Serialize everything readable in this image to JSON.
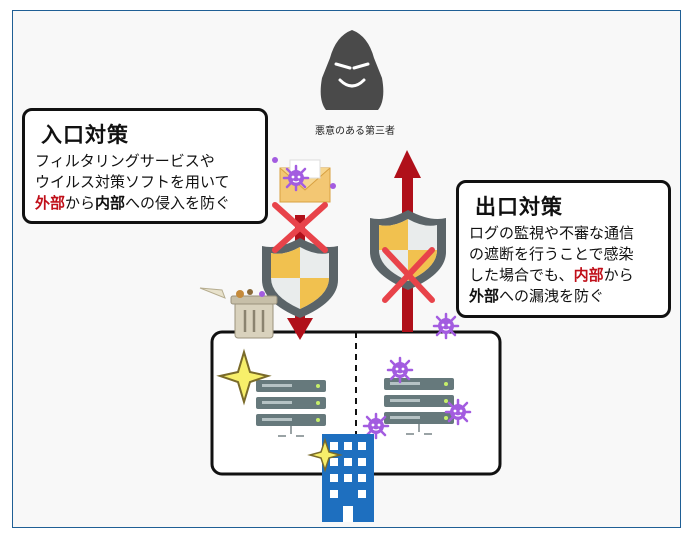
{
  "attacker": {
    "label": "悪意のある第三者"
  },
  "inbound": {
    "title": "入口対策",
    "lines": [
      "フィルタリングサービスや",
      "ウイルス対策ソフトを用いて"
    ],
    "last_line": {
      "part1": "外部",
      "part2": "から",
      "part3": "内部",
      "part4": "への侵入を防ぐ"
    }
  },
  "outbound": {
    "title": "出口対策",
    "lines": [
      "ログの監視や不審な通信",
      "の遮断を行うことで感染"
    ],
    "line3": {
      "part1": "した場合でも、",
      "part2": "内部",
      "part3": "から"
    },
    "line4": {
      "part1": "外部",
      "part2": "への漏洩を防ぐ"
    }
  },
  "colors": {
    "frame_border": "#1f5f95",
    "arrow_red": "#b0101a",
    "cross_red": "#e8434a",
    "shield_gray": "#5b6468",
    "shield_gold": "#f1c14f",
    "server_slate": "#66797c",
    "virus_purple": "#a35ce0",
    "building_blue": "#1e6fbf",
    "spark_yellow": "#f7ef6a"
  },
  "icons": [
    "attacker-icon",
    "infected-mail-icon",
    "shield-icon",
    "cross-icon",
    "trash-can-icon",
    "server-icon",
    "virus-icon",
    "sparkle-icon",
    "building-icon"
  ]
}
